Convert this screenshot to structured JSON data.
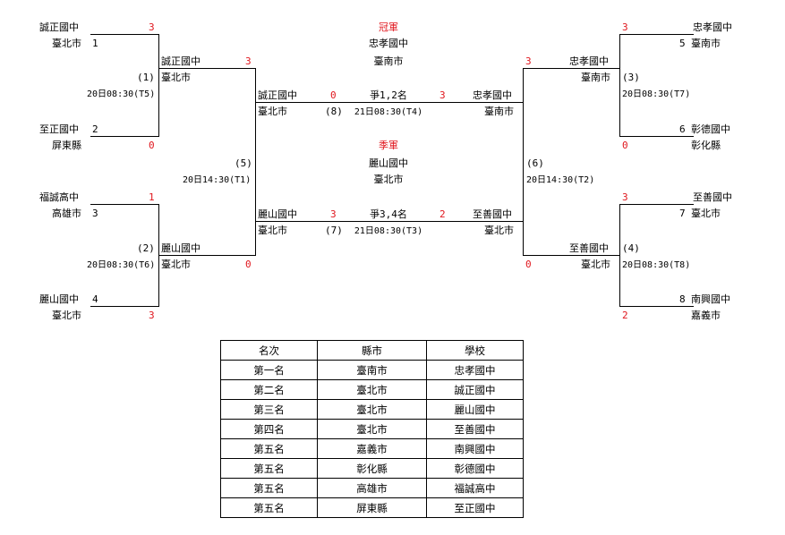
{
  "bracket": {
    "finals": {
      "champion_label": "冠軍",
      "champion_school": "忠孝國中",
      "champion_city": "臺南市",
      "third_label": "季軍",
      "third_school": "麗山國中",
      "third_city": "臺北市"
    },
    "left": {
      "r1": [
        {
          "school": "誠正國中",
          "city": "臺北市",
          "seed": "1",
          "score": "3"
        },
        {
          "school": "至正國中",
          "city": "屏東縣",
          "seed": "2",
          "score": "0"
        },
        {
          "school": "福誠高中",
          "city": "高雄市",
          "seed": "3",
          "score": "1"
        },
        {
          "school": "麗山國中",
          "city": "臺北市",
          "seed": "4",
          "score": "3"
        }
      ],
      "g1": {
        "num": "(1)",
        "time": "20日08:30(T5)",
        "winner": "誠正國中",
        "winner_city": "臺北市",
        "score": "3"
      },
      "g2": {
        "num": "(2)",
        "time": "20日08:30(T6)",
        "winner": "麗山國中",
        "winner_city": "臺北市",
        "score": "0"
      },
      "g5": {
        "num": "(5)",
        "time": "20日14:30(T1)"
      },
      "semi_top": {
        "school": "誠正國中",
        "city": "臺北市",
        "score": "0"
      },
      "semi_bottom": {
        "school": "麗山國中",
        "city": "臺北市",
        "score": "3"
      }
    },
    "center": {
      "g8": {
        "num": "(8)",
        "label": "爭1,2名",
        "time": "21日08:30(T4)"
      },
      "g7": {
        "num": "(7)",
        "label": "爭3,4名",
        "time": "21日08:30(T3)"
      }
    },
    "right": {
      "r1": [
        {
          "school": "忠孝國中",
          "city": "臺南市",
          "seed": "5",
          "score": "3"
        },
        {
          "school": "彰德國中",
          "city": "彰化縣",
          "seed": "6",
          "score": "0"
        },
        {
          "school": "至善國中",
          "city": "臺北市",
          "seed": "7",
          "score": "3"
        },
        {
          "school": "南興國中",
          "city": "嘉義市",
          "seed": "8",
          "score": "2"
        }
      ],
      "g3": {
        "num": "(3)",
        "time": "20日08:30(T7)",
        "winner": "忠孝國中",
        "winner_city": "臺南市",
        "score": "3"
      },
      "g4": {
        "num": "(4)",
        "time": "20日08:30(T8)",
        "winner": "至善國中",
        "winner_city": "臺北市",
        "score": "0"
      },
      "g6": {
        "num": "(6)",
        "time": "20日14:30(T2)"
      },
      "semi_top": {
        "school": "忠孝國中",
        "city": "臺南市",
        "score": "3"
      },
      "semi_bottom": {
        "school": "至善國中",
        "city": "臺北市",
        "score": "2"
      }
    }
  },
  "ranking": {
    "headers": [
      "名次",
      "縣市",
      "學校"
    ],
    "rows": [
      [
        "第一名",
        "臺南市",
        "忠孝國中"
      ],
      [
        "第二名",
        "臺北市",
        "誠正國中"
      ],
      [
        "第三名",
        "臺北市",
        "麗山國中"
      ],
      [
        "第四名",
        "臺北市",
        "至善國中"
      ],
      [
        "第五名",
        "嘉義市",
        "南興國中"
      ],
      [
        "第五名",
        "彰化縣",
        "彰德國中"
      ],
      [
        "第五名",
        "高雄市",
        "福誠高中"
      ],
      [
        "第五名",
        "屏東縣",
        "至正國中"
      ]
    ]
  }
}
